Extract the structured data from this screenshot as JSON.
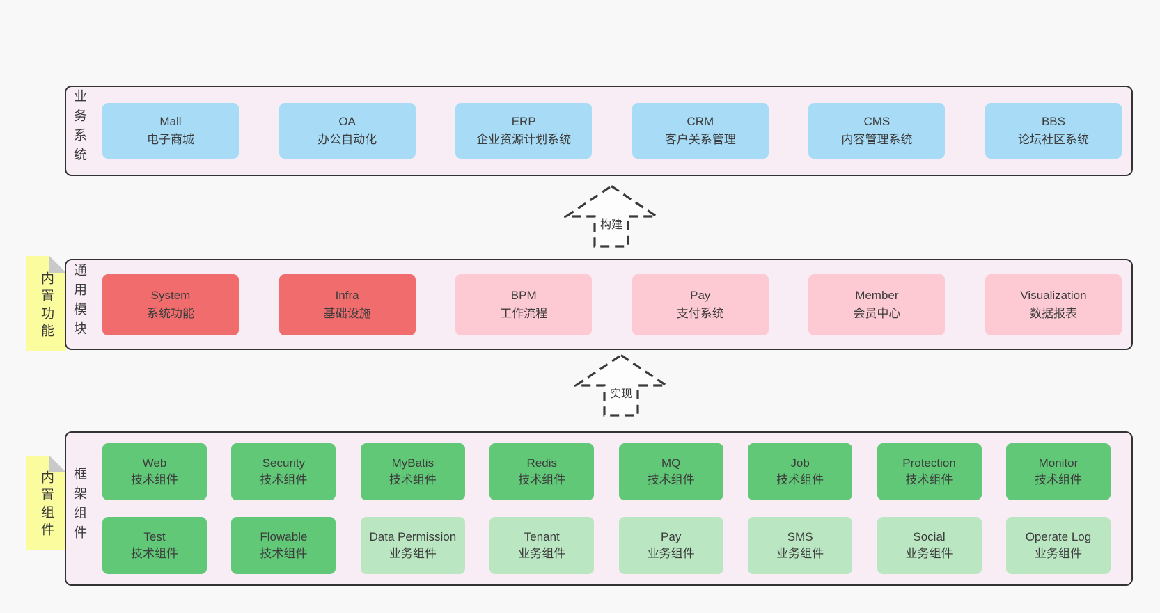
{
  "palette": {
    "canvas_bg": "#f8f8f8",
    "panel_bg": "#f8ecf5",
    "panel_border": "#333333",
    "blue": "#a8dcf6",
    "red": "#f16d6d",
    "pink": "#fdcad4",
    "green_dark": "#61c878",
    "green_light": "#bae6c2",
    "sticky_yellow": "#fbfc9e",
    "sticky_fold": "#c9c9c9",
    "text": "#3a3a3a"
  },
  "arrows": [
    {
      "label": "构建"
    },
    {
      "label": "实现"
    }
  ],
  "layers": {
    "business": {
      "label": "业务系统",
      "boxes": [
        {
          "name": "Mall",
          "desc": "电子商城",
          "color": "blue"
        },
        {
          "name": "OA",
          "desc": "办公自动化",
          "color": "blue"
        },
        {
          "name": "ERP",
          "desc": "企业资源计划系统",
          "color": "blue"
        },
        {
          "name": "CRM",
          "desc": "客户关系管理",
          "color": "blue"
        },
        {
          "name": "CMS",
          "desc": "内容管理系统",
          "color": "blue"
        },
        {
          "name": "BBS",
          "desc": "论坛社区系统",
          "color": "blue"
        }
      ]
    },
    "modules": {
      "label": "通用模块",
      "sticky": "内置功能",
      "boxes": [
        {
          "name": "System",
          "desc": "系统功能",
          "color": "red"
        },
        {
          "name": "Infra",
          "desc": "基础设施",
          "color": "red"
        },
        {
          "name": "BPM",
          "desc": "工作流程",
          "color": "pink"
        },
        {
          "name": "Pay",
          "desc": "支付系统",
          "color": "pink"
        },
        {
          "name": "Member",
          "desc": "会员中心",
          "color": "pink"
        },
        {
          "name": "Visualization",
          "desc": "数据报表",
          "color": "pink"
        }
      ]
    },
    "components": {
      "label": "框架组件",
      "sticky": "内置组件",
      "rows": [
        [
          {
            "name": "Web",
            "desc": "技术组件",
            "color": "green-dark"
          },
          {
            "name": "Security",
            "desc": "技术组件",
            "color": "green-dark"
          },
          {
            "name": "MyBatis",
            "desc": "技术组件",
            "color": "green-dark"
          },
          {
            "name": "Redis",
            "desc": "技术组件",
            "color": "green-dark"
          },
          {
            "name": "MQ",
            "desc": "技术组件",
            "color": "green-dark"
          },
          {
            "name": "Job",
            "desc": "技术组件",
            "color": "green-dark"
          },
          {
            "name": "Protection",
            "desc": "技术组件",
            "color": "green-dark"
          },
          {
            "name": "Monitor",
            "desc": "技术组件",
            "color": "green-dark"
          }
        ],
        [
          {
            "name": "Test",
            "desc": "技术组件",
            "color": "green-dark"
          },
          {
            "name": "Flowable",
            "desc": "技术组件",
            "color": "green-dark"
          },
          {
            "name": "Data Permission",
            "desc": "业务组件",
            "color": "green-light"
          },
          {
            "name": "Tenant",
            "desc": "业务组件",
            "color": "green-light"
          },
          {
            "name": "Pay",
            "desc": "业务组件",
            "color": "green-light"
          },
          {
            "name": "SMS",
            "desc": "业务组件",
            "color": "green-light"
          },
          {
            "name": "Social",
            "desc": "业务组件",
            "color": "green-light"
          },
          {
            "name": "Operate Log",
            "desc": "业务组件",
            "color": "green-light"
          }
        ]
      ]
    }
  }
}
